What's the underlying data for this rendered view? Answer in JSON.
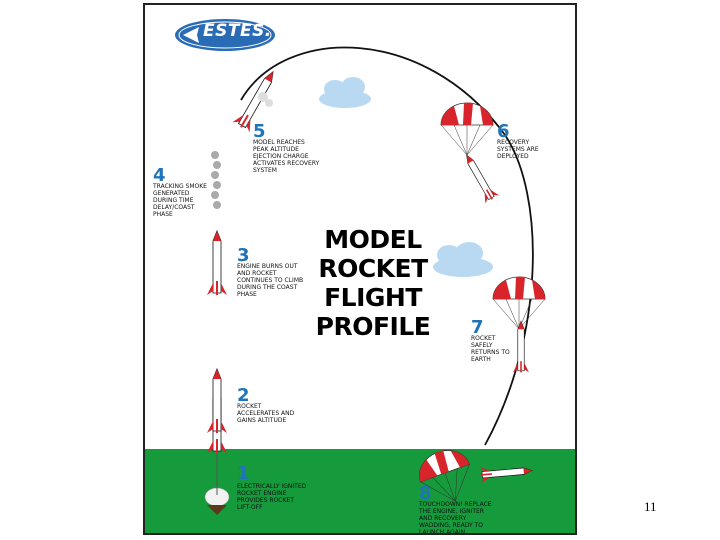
{
  "poster": {
    "title": "MODEL\nROCKET\nFLIGHT\nPROFILE",
    "brand": "ESTES.",
    "colors": {
      "accent_blue": "#1f74b8",
      "ground_green": "#159a3c",
      "rocket_red": "#d8252b",
      "logo_blue": "#2a6bb5",
      "cloud_blue": "#b9d9f2"
    },
    "steps": [
      {
        "number": "1",
        "text": "ELECTRICALLY IGNITED ROCKET ENGINE PROVIDES ROCKET LIFT-OFF"
      },
      {
        "number": "2",
        "text": "ROCKET ACCELERATES AND GAINS ALTITUDE"
      },
      {
        "number": "3",
        "text": "ENGINE BURNS OUT AND ROCKET CONTINUES TO CLIMB DURING THE COAST PHASE"
      },
      {
        "number": "4",
        "text": "TRACKING SMOKE GENERATED DURING TIME DELAY/COAST PHASE"
      },
      {
        "number": "5",
        "text": "MODEL REACHES PEAK ALTITUDE EJECTION CHARGE ACTIVATES RECOVERY SYSTEM"
      },
      {
        "number": "6",
        "text": "RECOVERY SYSTEMS ARE DEPLOYED"
      },
      {
        "number": "7",
        "text": "ROCKET SAFELY RETURNS TO EARTH"
      },
      {
        "number": "8",
        "text": "TOUCHDOWN! REPLACE THE ENGINE, IGNITER AND RECOVERY WADDING, READY TO LAUNCH AGAIN"
      }
    ]
  },
  "slide_number": "11"
}
